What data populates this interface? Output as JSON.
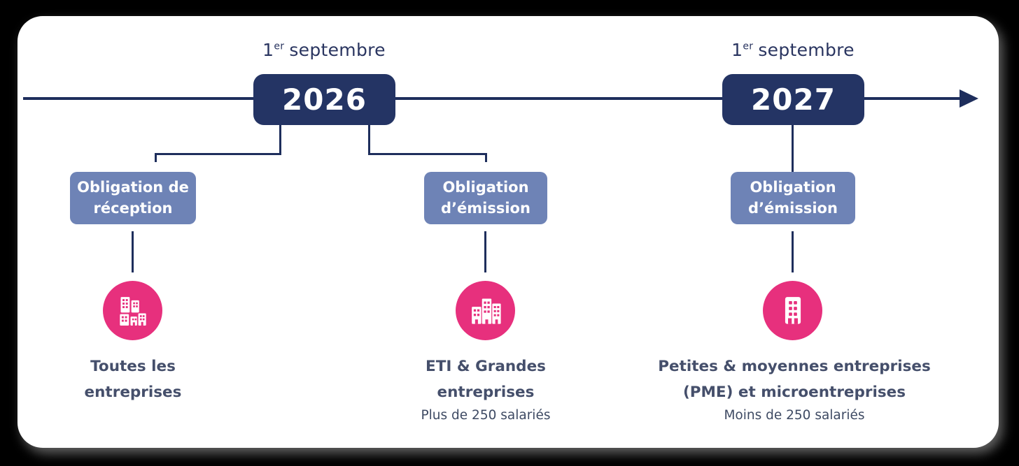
{
  "colors": {
    "background": "#000000",
    "card": "#ffffff",
    "navy": "#243464",
    "line_navy": "#1E2E5C",
    "slate_blue": "#6E83B6",
    "pink": "#E7307D",
    "text_dark": "#454F6B"
  },
  "timeline": {
    "years": [
      {
        "date_num": "1",
        "date_sup": "er",
        "date_word": "septembre",
        "year": "2026"
      },
      {
        "date_num": "1",
        "date_sup": "er",
        "date_word": "septembre",
        "year": "2027"
      }
    ]
  },
  "branches": [
    {
      "obligation": {
        "line1": "Obligation de",
        "line2": "réception"
      },
      "icon": "buildings-cluster-icon",
      "audience": {
        "line1": "Toutes les",
        "line2": "entreprises"
      },
      "note": ""
    },
    {
      "obligation": {
        "line1": "Obligation",
        "line2": "d’émission"
      },
      "icon": "buildings-group-icon",
      "audience": {
        "line1": "ETI & Grandes",
        "line2": "entreprises"
      },
      "note": "Plus de 250 salariés"
    },
    {
      "obligation": {
        "line1": "Obligation",
        "line2": "d’émission"
      },
      "icon": "building-icon",
      "audience": {
        "line1": "Petites & moyennes entreprises",
        "line2": "(PME) et microentreprises"
      },
      "note": "Moins de 250 salariés"
    }
  ]
}
